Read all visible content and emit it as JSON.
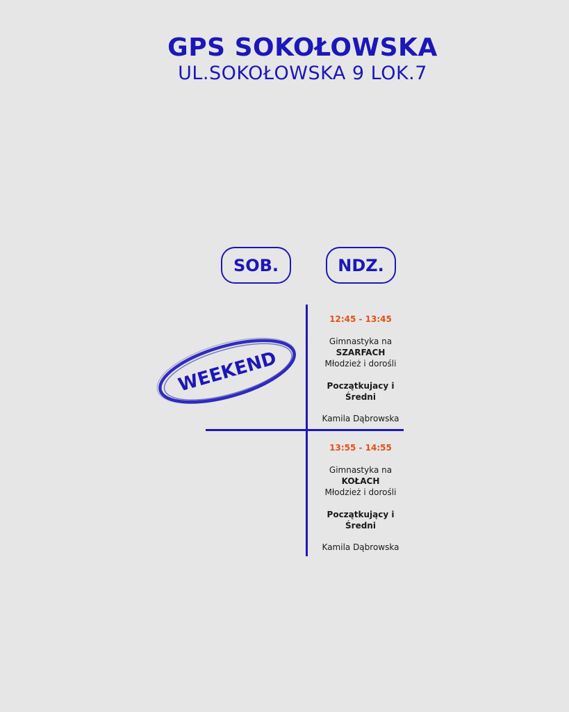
{
  "header": {
    "title": "GPS SOKOŁOWSKA",
    "address": "UL.SOKOŁOWSKA 9 LOK.7"
  },
  "days": [
    {
      "label": "SOB."
    },
    {
      "label": "NDZ."
    }
  ],
  "stamp": {
    "text": "WEEKEND"
  },
  "slots": [
    {
      "time": "12:45 - 13:45",
      "line1": "Gimnastyka na",
      "apparatus": "SZARFACH",
      "audience": "Młodzież i dorośli",
      "level_line1": "Początkujacy i",
      "level_line2": "Średni",
      "coach": "Kamila Dąbrowska"
    },
    {
      "time": "13:55 - 14:55",
      "line1": "Gimnastyka na",
      "apparatus": "KOŁACH",
      "audience": "Młodzież i dorośli",
      "level_line1": "Początkujący i",
      "level_line2": "Średni",
      "coach": "Kamila Dąbrowska"
    }
  ],
  "colors": {
    "accent": "#1c17b8",
    "time": "#e4501c",
    "background": "#e6e6e6"
  }
}
